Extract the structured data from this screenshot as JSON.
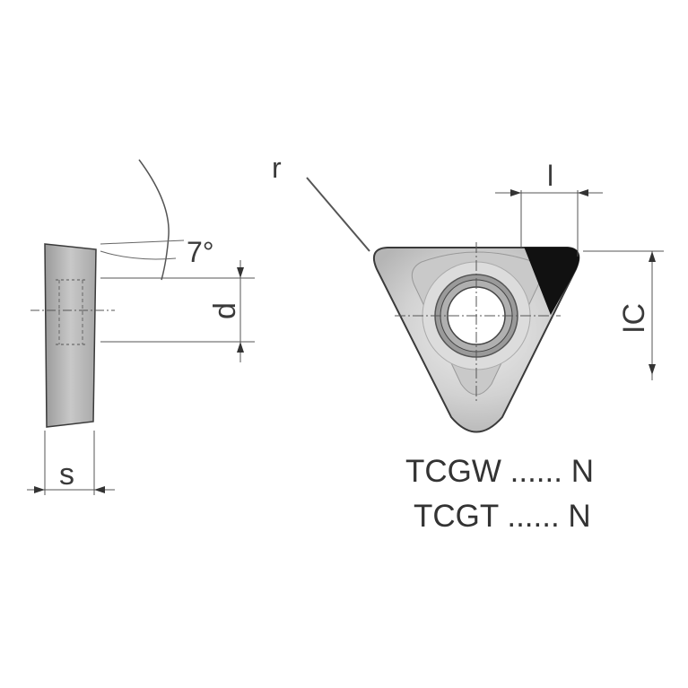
{
  "colors": {
    "line": "#3a3a3a",
    "insert_light": "#e0e0e0",
    "insert_mid": "#bdbdbd",
    "insert_dark": "#8a8a8a",
    "cutting_edge": "#111111",
    "background": "#ffffff"
  },
  "labels": {
    "angle": "7°",
    "diameter": "d",
    "thickness": "s",
    "radius": "r",
    "edge_length": "l",
    "inscribed_circle": "IC"
  },
  "designations": [
    "TCGW ...... N",
    "TCGT ...... N"
  ]
}
